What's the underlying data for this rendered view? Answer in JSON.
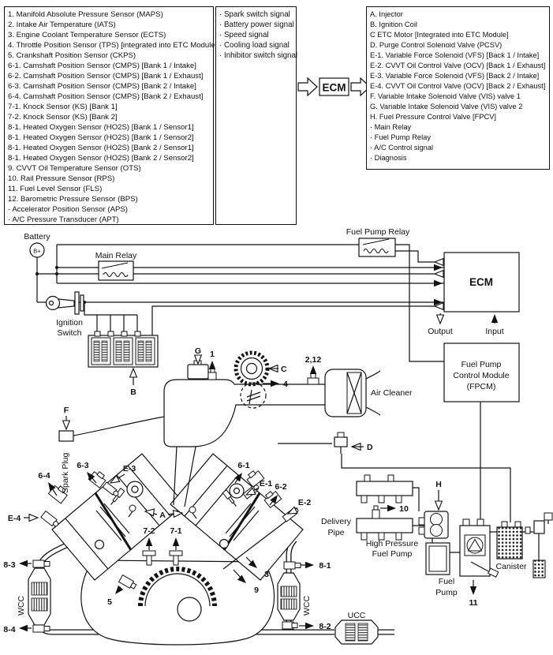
{
  "colors": {
    "ink": "#111111",
    "background": "#ffffff"
  },
  "top": {
    "ecm": "ECM",
    "inputs": [
      "1. Manifold Absolute Pressure Sensor (MAPS)",
      "2. Intake Air Temperature (IATS)",
      "3. Engine Coolant Temperature Sensor (ECTS)",
      "4. Throttle Position Sensor (TPS) [integrated into ETC Module]",
      "5. Crankshaft Position Sensor (CKPS)",
      "6-1. Camshaft Position Sensor (CMPS) [Bank 1 / Intake]",
      "6-2. Camshaft Position Sensor (CMPS) [Bank 1 / Exhaust]",
      "6-3. Camshaft Position Sensor (CMPS) [Bank 2 / Intake]",
      "6-4. Camshaft Position Sensor (CMPS) [Bank 2 / Exhaust]",
      "7-1. Knock Sensor (KS) [Bank 1]",
      "7-2. Knock Sensor (KS) [Bank 2]",
      "8-1. Heated Oxygen Sensor (HO2S) [Bank 1 / Sensor1]",
      "8-1. Heated Oxygen Sensor (HO2S) [Bank 1 / Sensor2]",
      "8-1. Heated Oxygen Sensor (HO2S) [Bank 2 / Sensor1]",
      "8-1. Heated Oxygen Sensor (HO2S) [Bank 2 / Sensor2]",
      "9. CVVT Oil Temperature Sensor (OTS)",
      "10. Rail Pressure Sensor (RPS)",
      "11. Fuel Level Sensor (FLS)",
      "12. Barometric Pressure Sensor (BPS)",
      "· Accelerator Position Sensor (APS)",
      "· A/C Pressure Transducer (APT)"
    ],
    "signals": [
      "· Spark switch signal",
      "· Battery power signal",
      "· Speed signal",
      "· Cooling load signal",
      "· Inhibitor switch signal"
    ],
    "outputs": [
      "A. Injector",
      "B. Ignition Coil",
      "C ETC Motor [Integrated into ETC Module]",
      "D. Purge Control Solenoid Valve (PCSV)",
      "E-1. Variable Force Solenoid (VFS) [Back 1 / Intake]",
      "E-2. CVVT Oil Control Valve (OCV) [Back 1 / Exhaust]",
      "E-3. Variable Force Solenoid (VFS) [Back 2 / Intake]",
      "E-4. CVVT Oil Control Valve (OCV) [Back 2 / Exhaust]",
      "F. Variable Intake Solenoid Valve (VIS) valve 1",
      "G. Variable Intake Solenoid Valve (VIS) valve 2",
      "H. Fuel Pressure Control Valve [FPCV]",
      "· Main Relay",
      "· Fuel Pump Relay",
      "· A/C Control signal",
      "· Diagnosis"
    ]
  },
  "diagram": {
    "battery": "Battery",
    "battery_terminal": "B+",
    "main_relay": "Main Relay",
    "fuel_pump_relay": "Fuel Pump Relay",
    "ecm": "ECM",
    "output": "Output",
    "input": "Input",
    "fpcm_line1": "Fuel Pump",
    "fpcm_line2": "Control Module",
    "fpcm_line3": "(FPCM)",
    "ignition_line1": "Ignition",
    "ignition_line2": "Switch",
    "air_cleaner": "Air Cleaner",
    "spark_plug": "Spark Plug",
    "delivery_line1": "Delivery",
    "delivery_line2": "Pipe",
    "hp_pump_line1": "High Pressure",
    "hp_pump_line2": "Fuel Pump",
    "fuel_pump_line1": "Fuel",
    "fuel_pump_line2": "Pump",
    "canister": "Canister",
    "wcc_left": "WCC",
    "wcc_right": "WCC",
    "ucc": "UCC",
    "callouts": {
      "g": "G",
      "one": "1",
      "c": "C",
      "four": "4",
      "two_twelve": "2,12",
      "d": "D",
      "f": "F",
      "b": "B",
      "six_three": "6-3",
      "e_three": "E-3",
      "six_four": "6-4",
      "e_four": "E-4",
      "six_one": "6-1",
      "e_one": "E-1",
      "six_two": "6-2",
      "e_two": "E-2",
      "a": "A",
      "seven_two": "7-2",
      "seven_one": "7-1",
      "five": "5",
      "three": "3",
      "nine": "9",
      "eight_three": "8-3",
      "eight_four": "8-4",
      "eight_one": "8-1",
      "eight_two": "8-2",
      "ten": "10",
      "h": "H",
      "eleven": "11"
    }
  }
}
